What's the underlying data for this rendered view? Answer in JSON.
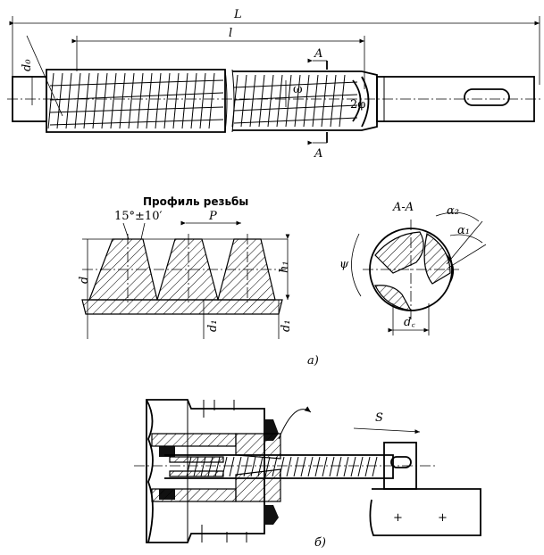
{
  "fig_a": {
    "label_L": "L",
    "label_l": "l",
    "label_d0": "d₀",
    "label_A_top": "A",
    "label_A_bottom": "A",
    "label_omega": "ω",
    "label_2phi": "2φ",
    "profile_title": "Профиль резьбы",
    "label_angle": "15°±10′",
    "label_P": "P",
    "label_d": "d",
    "label_d1": "d₁",
    "label_h1": "h₁",
    "label_d1_right": "d₁",
    "section_title": "A-A",
    "label_alpha2": "α₂",
    "label_alpha1": "α₁",
    "label_psi": "ψ",
    "label_dc": "d꜀",
    "caption": "а)"
  },
  "fig_b": {
    "label_S": "S",
    "caption": "б)"
  }
}
